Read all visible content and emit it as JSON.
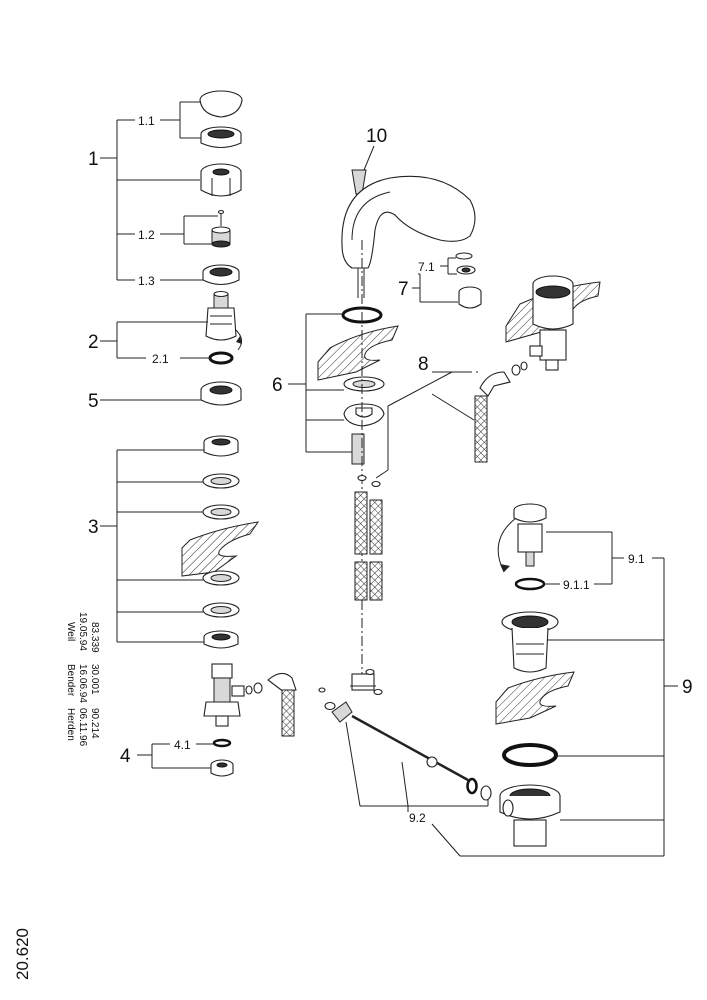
{
  "callouts": {
    "c1": "1",
    "c1_1": "1.1",
    "c1_2": "1.2",
    "c1_3": "1.3",
    "c2": "2",
    "c2_1": "2.1",
    "c3": "3",
    "c4": "4",
    "c4_1": "4.1",
    "c5": "5",
    "c6": "6",
    "c7": "7",
    "c7_1": "7.1",
    "c8": "8",
    "c9": "9",
    "c9_1": "9.1",
    "c9_1_1": "9.1.1",
    "c9_2": "9.2",
    "c10": "10"
  },
  "revision_table": {
    "row1": [
      "83.339",
      "19.05.94",
      "Weil"
    ],
    "row2": [
      "30.001",
      "16.06.94",
      "Bender"
    ],
    "row3": [
      "90.214",
      "06.11.96",
      "Herden"
    ]
  },
  "document_number": "20.620"
}
